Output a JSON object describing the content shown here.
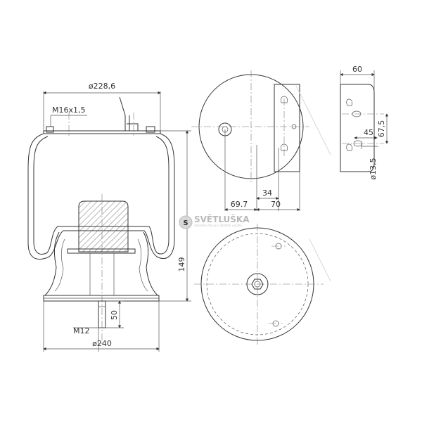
{
  "dimensions": {
    "diameter_top": "ø228,6",
    "thread_top": "M16x1,5",
    "height": "149",
    "stud_length": "50",
    "thread_bottom": "M12",
    "diameter_bottom": "ø240",
    "plate_width": "60",
    "hole_spacing_vertical": "67,5",
    "offset_45": "45",
    "hole_diameter": "ø13,5",
    "offset_34": "34",
    "offset_69_7": "69.7",
    "offset_70": "70"
  },
  "watermark": {
    "title": "SVĚTLUŠKA",
    "subtitle": "náhradní díly pro nákladní vozidla"
  },
  "colors": {
    "line": "#333333",
    "watermark": "#b9b9b9"
  }
}
